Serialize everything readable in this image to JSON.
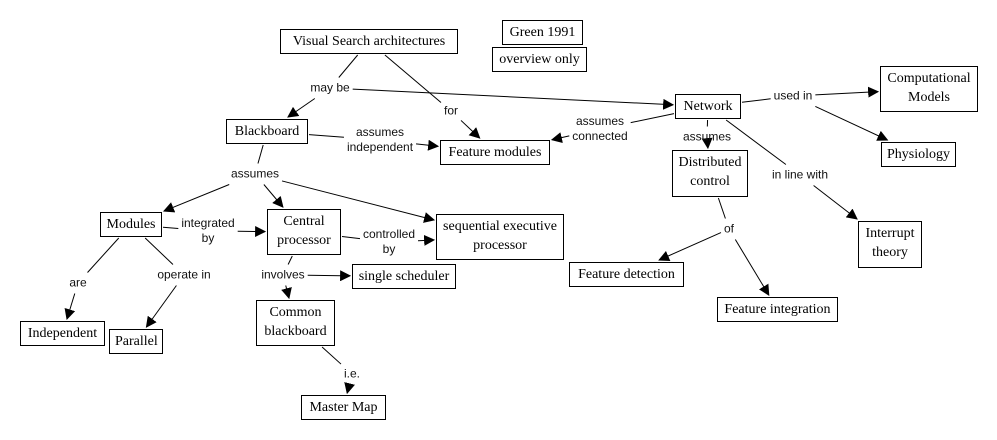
{
  "diagram": {
    "type": "concept-map",
    "nodes": {
      "visual_search": "Visual Search architectures",
      "green1991": "Green 1991",
      "overview_only": "overview only",
      "blackboard": "Blackboard",
      "feature_modules": "Feature modules",
      "network": "Network",
      "computational_models": "Computational\nModels",
      "physiology": "Physiology",
      "distributed_control": "Distributed\ncontrol",
      "interrupt_theory": "Interrupt\ntheory",
      "feature_detection": "Feature detection",
      "feature_integration": "Feature integration",
      "modules": "Modules",
      "central_processor": "Central\nprocessor",
      "sequential_executive": "sequential executive\nprocessor",
      "single_scheduler": "single scheduler",
      "common_blackboard": "Common\nblackboard",
      "master_map": "Master Map",
      "independent": "Independent",
      "parallel": "Parallel"
    },
    "links": {
      "may_be": "may be",
      "for": "for",
      "assumes_independent": "assumes\nindependent",
      "assumes_connected": "assumes\nconnected",
      "used_in": "used in",
      "assumes_net": "assumes",
      "in_line_with": "in line with",
      "of": "of",
      "assumes_bb": "assumes",
      "integrated_by": "integrated\nby",
      "controlled_by": "controlled\nby",
      "involves": "involves",
      "ie": "i.e.",
      "are": "are",
      "operate_in": "operate in"
    },
    "connections": [
      [
        "visual_search",
        "may_be"
      ],
      [
        "may_be",
        "blackboard"
      ],
      [
        "may_be",
        "network"
      ],
      [
        "visual_search",
        "for"
      ],
      [
        "for",
        "feature_modules"
      ],
      [
        "blackboard",
        "assumes_independent"
      ],
      [
        "assumes_independent",
        "feature_modules"
      ],
      [
        "network",
        "assumes_connected"
      ],
      [
        "assumes_connected",
        "feature_modules"
      ],
      [
        "network",
        "used_in"
      ],
      [
        "used_in",
        "computational_models"
      ],
      [
        "used_in",
        "physiology"
      ],
      [
        "network",
        "assumes_net"
      ],
      [
        "assumes_net",
        "distributed_control"
      ],
      [
        "network",
        "in_line_with"
      ],
      [
        "in_line_with",
        "interrupt_theory"
      ],
      [
        "distributed_control",
        "of"
      ],
      [
        "of",
        "feature_detection"
      ],
      [
        "of",
        "feature_integration"
      ],
      [
        "blackboard",
        "assumes_bb"
      ],
      [
        "assumes_bb",
        "modules"
      ],
      [
        "assumes_bb",
        "central_processor"
      ],
      [
        "assumes_bb",
        "sequential_executive"
      ],
      [
        "modules",
        "integrated_by"
      ],
      [
        "integrated_by",
        "central_processor"
      ],
      [
        "central_processor",
        "controlled_by"
      ],
      [
        "controlled_by",
        "sequential_executive"
      ],
      [
        "central_processor",
        "involves"
      ],
      [
        "involves",
        "single_scheduler"
      ],
      [
        "involves",
        "common_blackboard"
      ],
      [
        "common_blackboard",
        "ie"
      ],
      [
        "ie",
        "master_map"
      ],
      [
        "modules",
        "are"
      ],
      [
        "are",
        "independent"
      ],
      [
        "modules",
        "operate_in"
      ],
      [
        "operate_in",
        "parallel"
      ]
    ]
  }
}
